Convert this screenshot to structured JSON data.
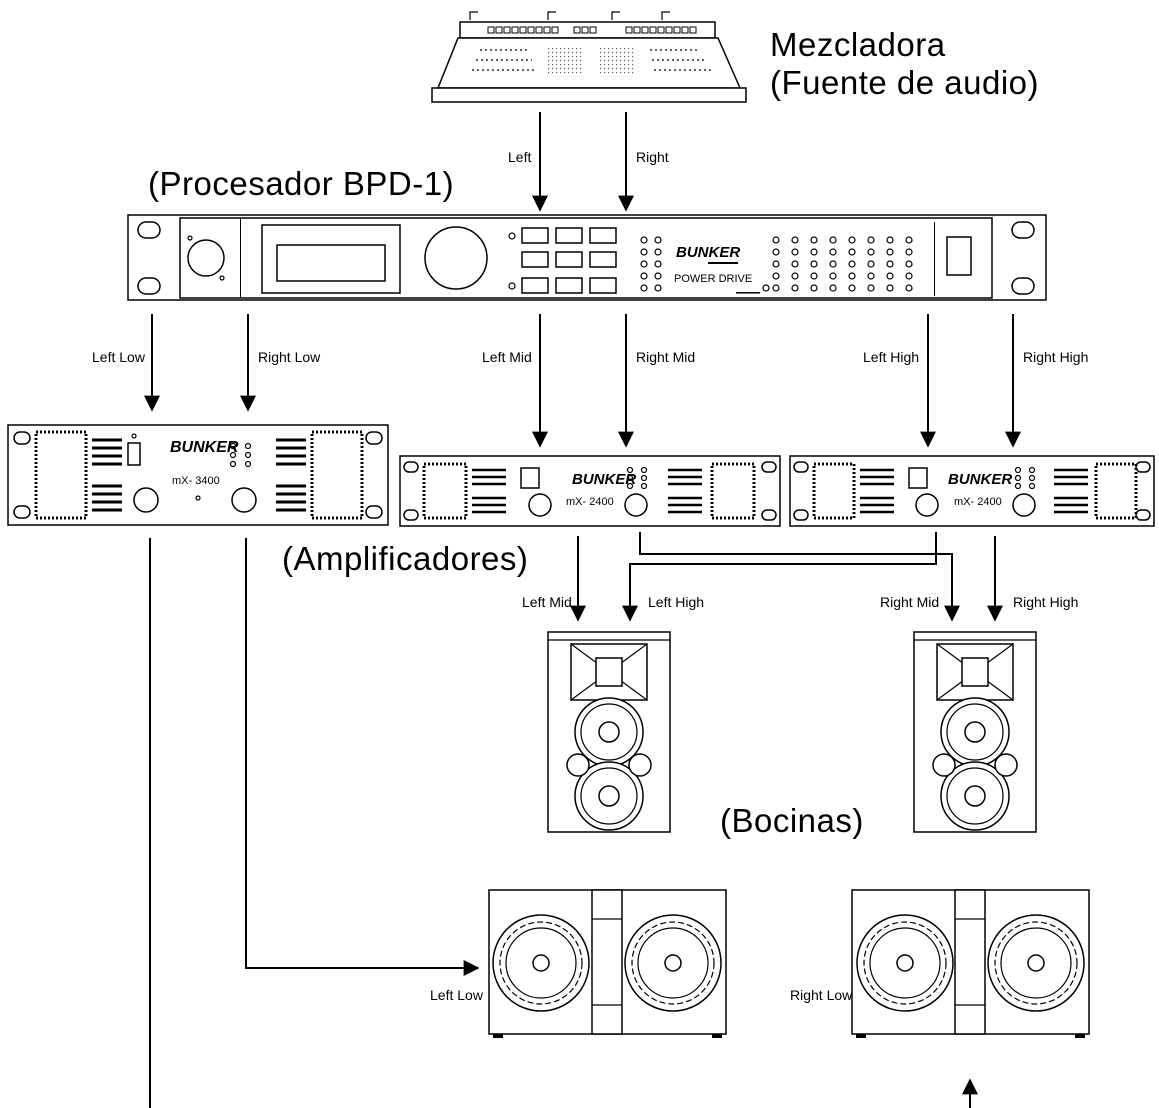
{
  "titles": {
    "mixer_line1": "Mezcladora",
    "mixer_line2": "(Fuente de audio)",
    "processor": "(Procesador BPD-1)",
    "amplifiers": "(Amplificadores)",
    "speakers": "(Bocinas)"
  },
  "processor_unit": {
    "brand": "BUNKER",
    "model": "POWER DRIVE"
  },
  "amplifiers": [
    {
      "brand": "BUNKER",
      "model": "mX- 3400"
    },
    {
      "brand": "BUNKER",
      "model": "mX- 2400"
    },
    {
      "brand": "BUNKER",
      "model": "mX- 2400"
    }
  ],
  "signals": {
    "mixer_left": "Left",
    "mixer_right": "Right",
    "left_low": "Left Low",
    "right_low": "Right Low",
    "left_mid": "Left Mid",
    "right_mid": "Right Mid",
    "left_high": "Left High",
    "right_high": "Right High",
    "spk_left_mid": "Left Mid",
    "spk_left_high": "Left High",
    "spk_right_mid": "Right Mid",
    "spk_right_high": "Right High",
    "sub_left_low": "Left Low",
    "sub_right_low": "Right Low"
  }
}
